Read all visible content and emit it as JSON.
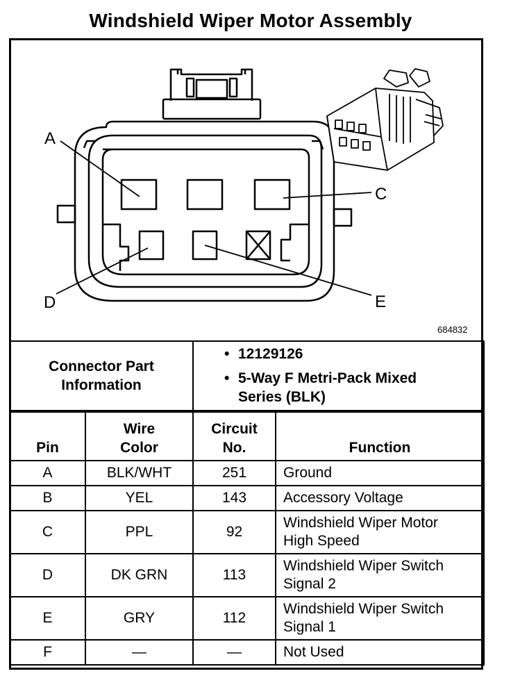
{
  "title": "Windshield Wiper Motor Assembly",
  "diagram": {
    "part_number": "684832",
    "pin_labels": {
      "a": "A",
      "c": "C",
      "d": "D",
      "e": "E"
    }
  },
  "connector": {
    "label_line1": "Connector Part",
    "label_line2": "Information",
    "part_number": "12129126",
    "description_line1": "5-Way F Metri-Pack Mixed",
    "description_line2": "Series (BLK)"
  },
  "table": {
    "headers": {
      "pin": "Pin",
      "wire_line1": "Wire",
      "wire_line2": "Color",
      "circuit_line1": "Circuit",
      "circuit_line2": "No.",
      "function": "Function"
    },
    "rows": [
      {
        "pin": "A",
        "wire": "BLK/WHT",
        "circuit": "251",
        "function_line1": "Ground",
        "function_line2": ""
      },
      {
        "pin": "B",
        "wire": "YEL",
        "circuit": "143",
        "function_line1": "Accessory Voltage",
        "function_line2": ""
      },
      {
        "pin": "C",
        "wire": "PPL",
        "circuit": "92",
        "function_line1": "Windshield Wiper Motor",
        "function_line2": "High Speed"
      },
      {
        "pin": "D",
        "wire": "DK GRN",
        "circuit": "113",
        "function_line1": "Windshield Wiper Switch",
        "function_line2": "Signal 2"
      },
      {
        "pin": "E",
        "wire": "GRY",
        "circuit": "112",
        "function_line1": "Windshield Wiper Switch",
        "function_line2": "Signal 1"
      },
      {
        "pin": "F",
        "wire": "—",
        "circuit": "—",
        "function_line1": "Not Used",
        "function_line2": ""
      }
    ]
  }
}
